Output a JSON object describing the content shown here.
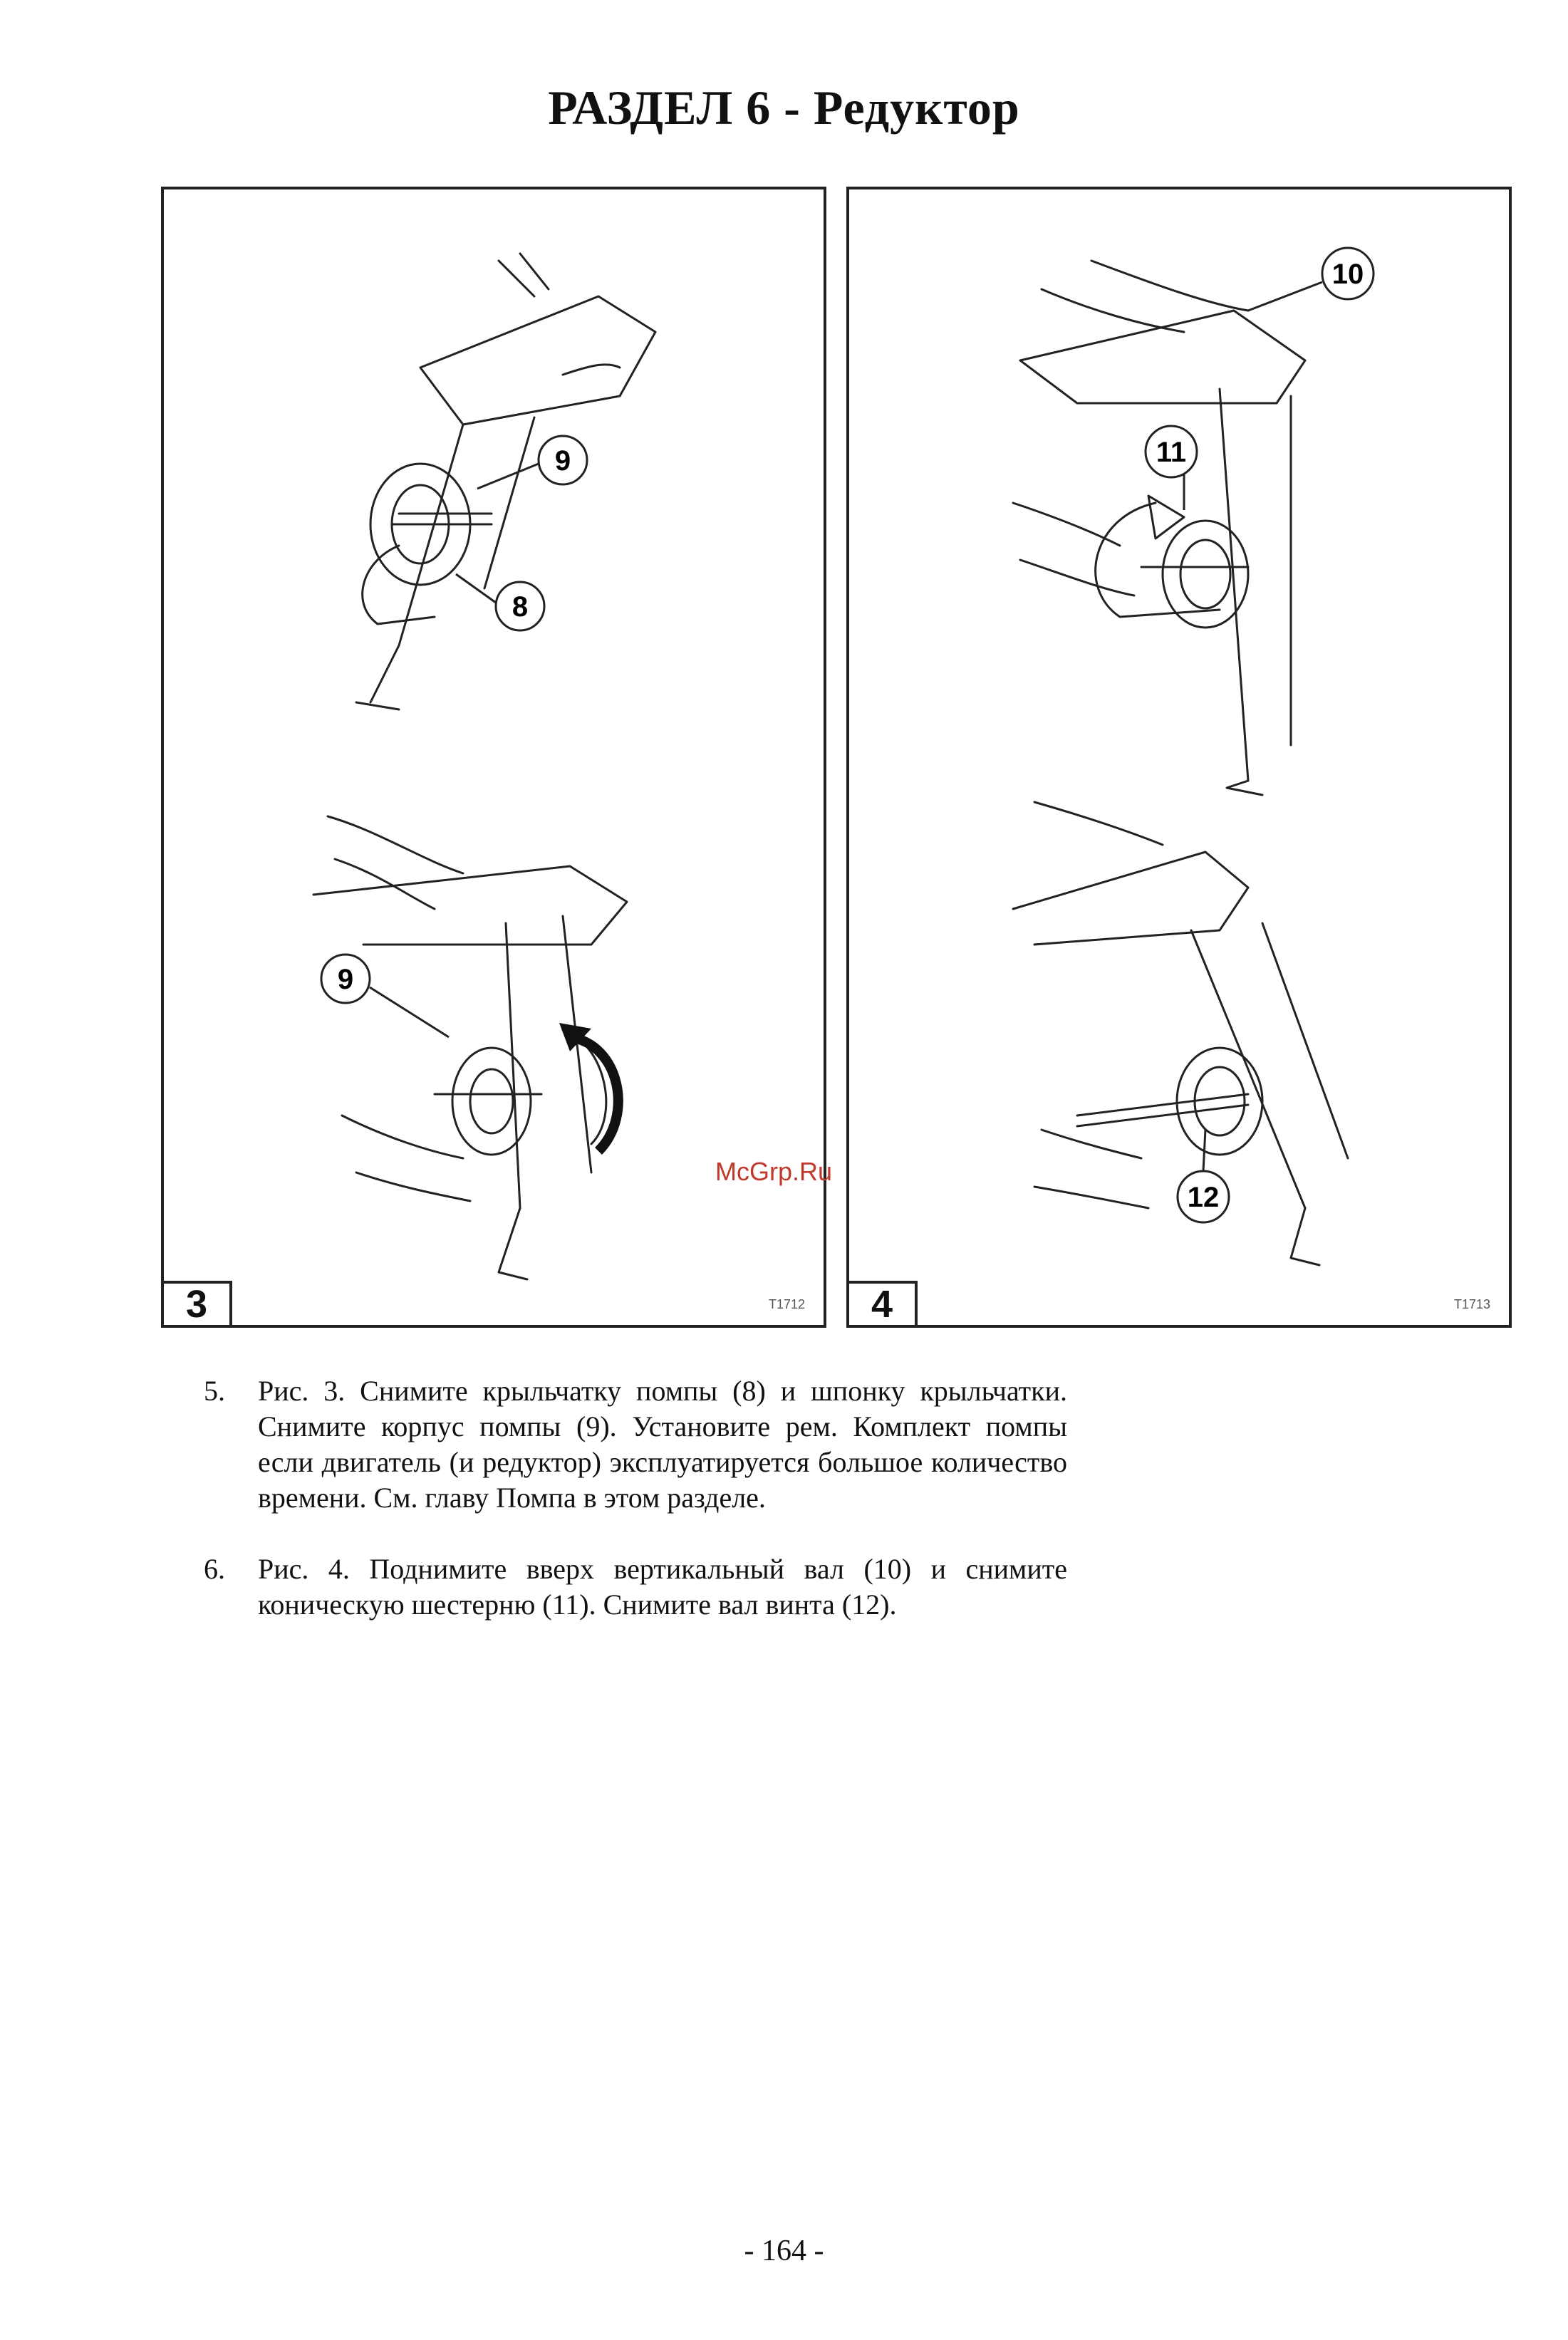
{
  "header": {
    "title": "РАЗДЕЛ  6 - Редуктор"
  },
  "figures": [
    {
      "number": "3",
      "code": "T1712",
      "callouts": [
        "9",
        "8",
        "9"
      ]
    },
    {
      "number": "4",
      "code": "T1713",
      "callouts": [
        "10",
        "11",
        "12"
      ]
    }
  ],
  "watermark": "McGrp.Ru",
  "steps": [
    {
      "number": "5.",
      "text": "Рис. 3. Снимите крыльчатку помпы (8) и шпонку крыльчатки. Снимите корпус помпы (9). Установите рем. Комплект помпы если двигатель (и редуктор) эксплуатируется большое количество времени. См. главу Помпа в этом разделе."
    },
    {
      "number": "6.",
      "text": "Рис. 4. Поднимите вверх вертикальный вал (10) и снимите коническую шестерню (11). Снимите вал винта (12)."
    }
  ],
  "page_number": "- 164 -"
}
